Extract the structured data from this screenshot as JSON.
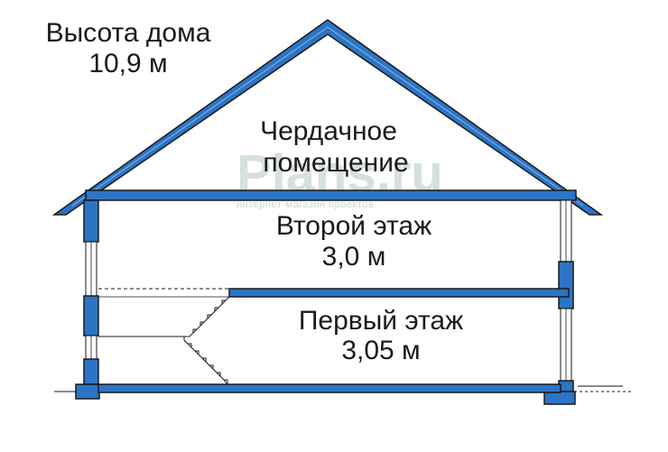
{
  "labels": {
    "house_height_title": "Высота дома",
    "house_height_value": "10,9 м",
    "attic_line1": "Чердачное",
    "attic_line2": "помещение",
    "second_floor_name": "Второй этаж",
    "second_floor_height": "3,0 м",
    "first_floor_name": "Первый этаж",
    "first_floor_height": "3,05 м"
  },
  "watermark": {
    "logo_text": "Plans.ru",
    "tagline": "интернет-магазин проектов"
  },
  "colors": {
    "structure_fill": "#2c74c6",
    "outline": "#1a1a1a",
    "roof_inner": "#8fb4e0",
    "watermark": "#c9d8cd"
  }
}
